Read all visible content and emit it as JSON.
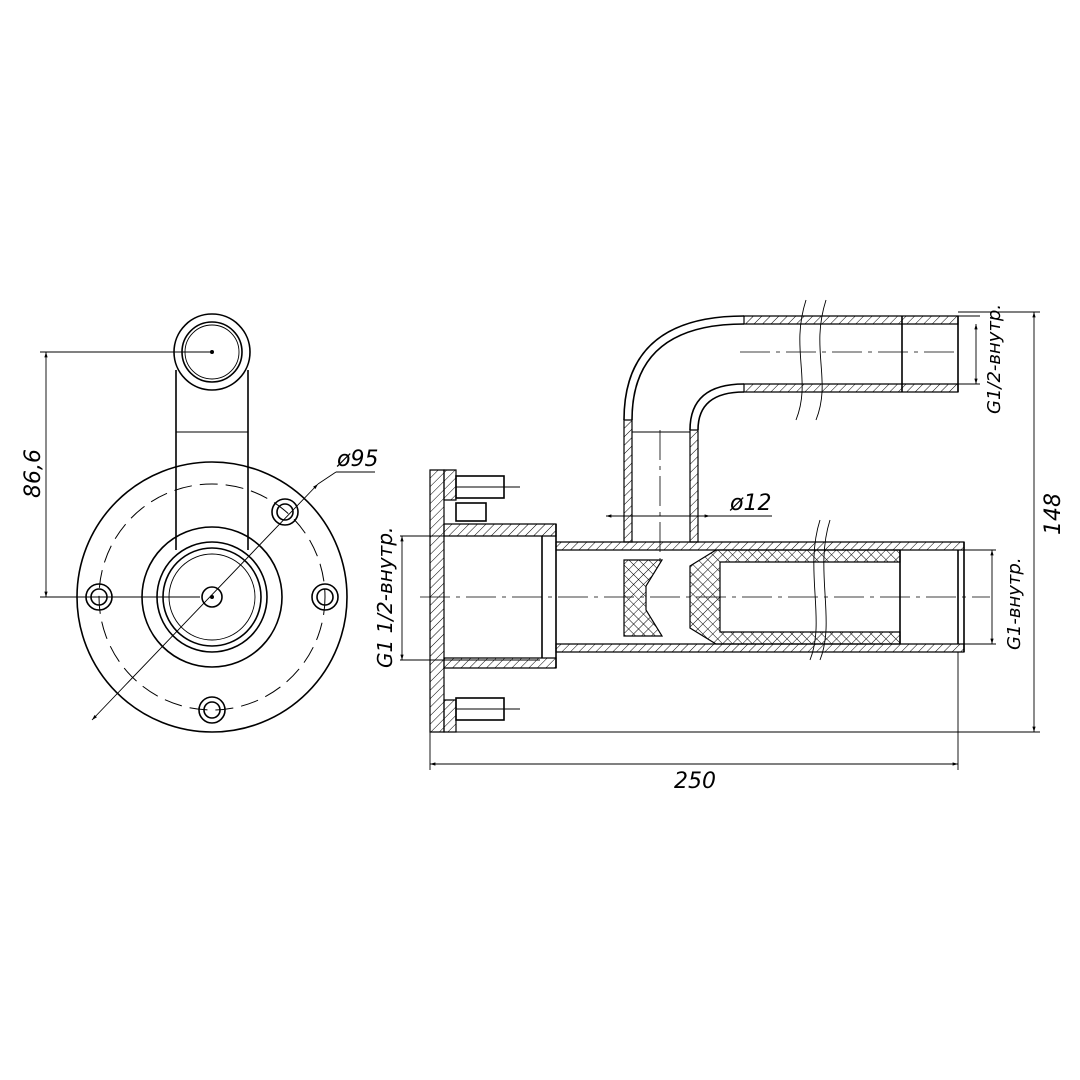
{
  "dimensions": {
    "d95": "ø95",
    "h86": "86,6",
    "d12": "ø12",
    "thread_left": "G1 1/2-внутр.",
    "thread_top": "G1/2-внутр.",
    "thread_right": "G1-внутр.",
    "height": "148",
    "length": "250"
  }
}
